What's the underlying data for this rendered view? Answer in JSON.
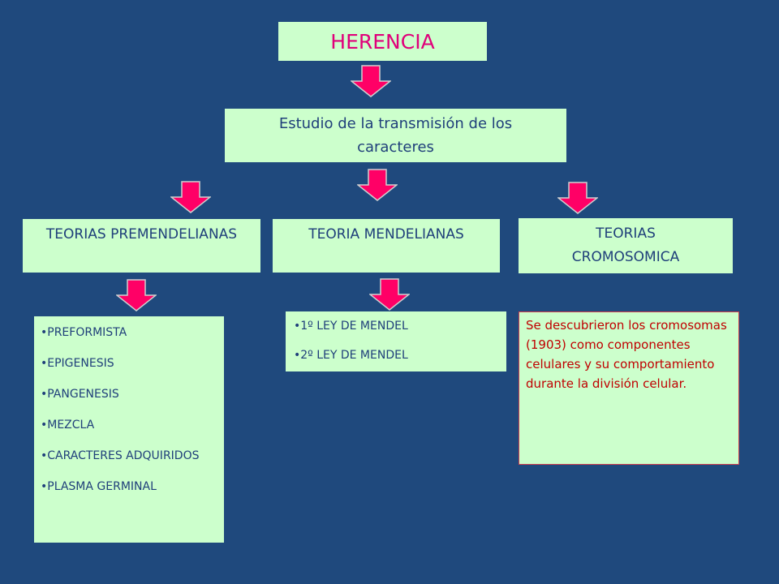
{
  "title": "HERENCIA",
  "subtitle": "Estudio de la transmisión de los caracteres",
  "branches": {
    "premendelianas": {
      "label": "TEORIAS PREMENDELIANAS",
      "items": [
        "•PREFORMISTA",
        "•EPIGENESIS",
        "•PANGENESIS",
        "•MEZCLA",
        "•CARACTERES ADQUIRIDOS",
        "•PLASMA GERMINAL"
      ]
    },
    "mendelianas": {
      "label": "TEORIA MENDELIANAS",
      "items": [
        "•1º LEY DE MENDEL",
        "•2º LEY DE MENDEL"
      ]
    },
    "cromosomica": {
      "label": "TEORIAS CROMOSOMICA",
      "note": "Se descubrieron los cromosomas (1903) como componentes celulares y su comportamiento durante la división celular."
    }
  },
  "colors": {
    "background": "#1F497D",
    "box_fill": "#CCFFCC",
    "arrow": "#FF0066",
    "title_text": "#E0007A",
    "note_text": "#C00000"
  }
}
